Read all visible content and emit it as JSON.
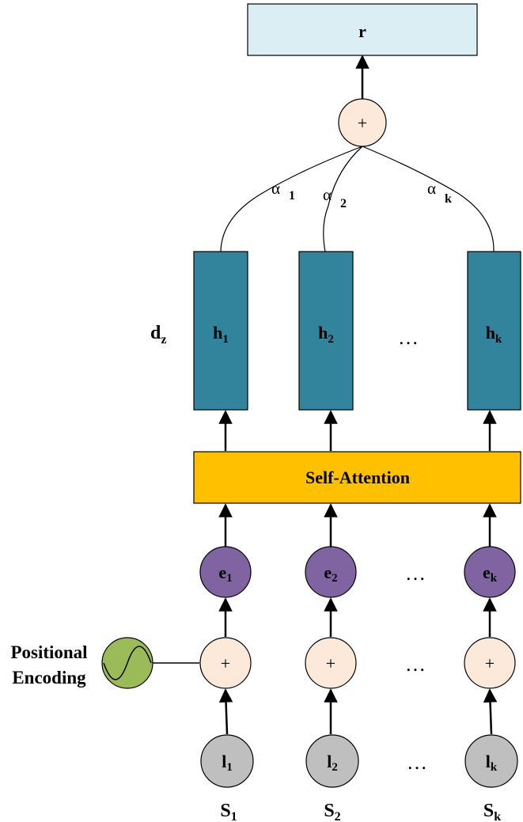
{
  "output": {
    "label": "r"
  },
  "top_sum": {
    "symbol": "+"
  },
  "weights": [
    {
      "alpha": "α",
      "sub": "1"
    },
    {
      "alpha": "α",
      "sub": "2"
    },
    {
      "alpha": "α",
      "sub": "k"
    }
  ],
  "dim_label": {
    "main": "d",
    "sub": "z"
  },
  "hidden": [
    {
      "main": "h",
      "sub": "1"
    },
    {
      "main": "h",
      "sub": "2"
    },
    {
      "main": "h",
      "sub": "k"
    }
  ],
  "ellipsis": "…",
  "self_attention": {
    "label": "Self-Attention"
  },
  "embeddings": [
    {
      "main": "e",
      "sub": "1"
    },
    {
      "main": "e",
      "sub": "2"
    },
    {
      "main": "e",
      "sub": "k"
    }
  ],
  "positional_encoding": {
    "line1": "Positional",
    "line2": "Encoding"
  },
  "add_symbol": "+",
  "inputs": [
    {
      "main": "l",
      "sub": "1"
    },
    {
      "main": "l",
      "sub": "2"
    },
    {
      "main": "l",
      "sub": "k"
    }
  ],
  "sequence": [
    {
      "main": "S",
      "sub": "1"
    },
    {
      "main": "S",
      "sub": "2"
    },
    {
      "main": "S",
      "sub": "k"
    }
  ],
  "colors": {
    "output_fill": "#daeef3",
    "sum_fill": "#fde9d9",
    "hidden_fill": "#31849b",
    "attention_fill": "#ffc000",
    "embedding_fill": "#8064a2",
    "input_fill": "#bfbfbf",
    "pe_fill": "#9bbb59",
    "stroke": "#000000"
  }
}
